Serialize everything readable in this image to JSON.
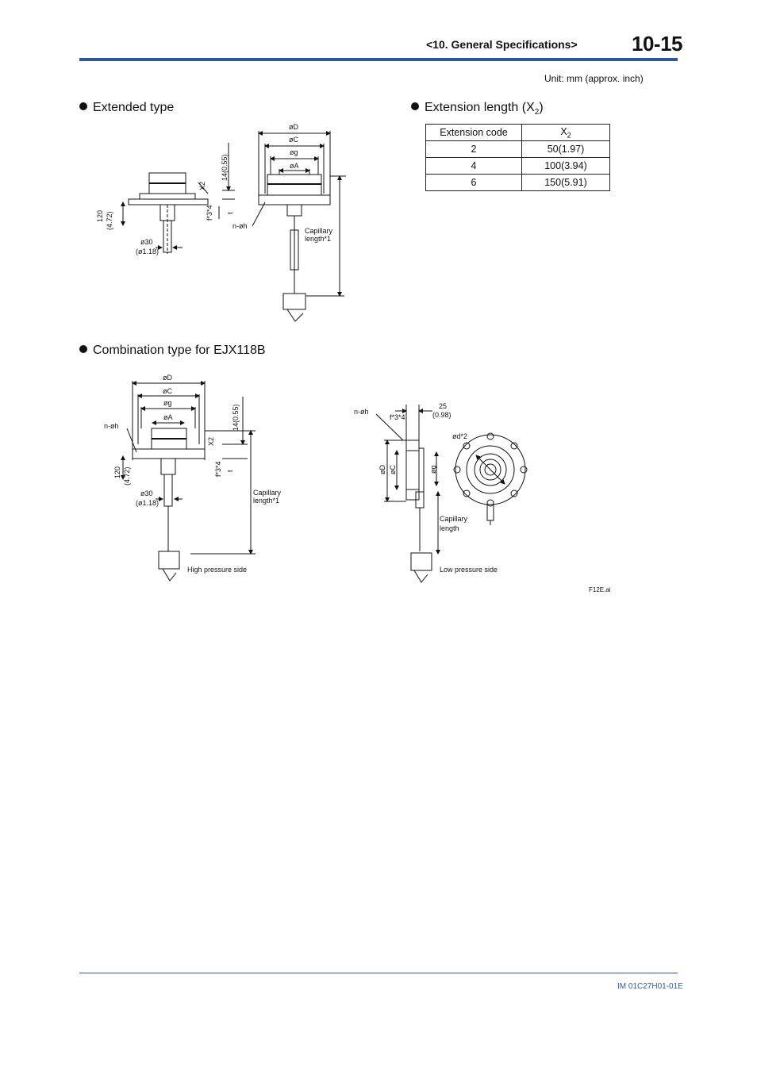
{
  "header": {
    "section": "<10.  General Specifications>",
    "page_number": "10-15"
  },
  "unit_note": "Unit: mm (approx. inch)",
  "sections": {
    "extended": "Extended type",
    "extension_length_prefix": "Extension length (X",
    "extension_length_sub": "2",
    "extension_length_suffix": ")",
    "combination": "Combination type for EJX118B"
  },
  "extension_table": {
    "headers": [
      "Extension code",
      "X",
      "2"
    ],
    "rows": [
      {
        "code": "2",
        "value": "50(1.97)"
      },
      {
        "code": "4",
        "value": "100(3.94)"
      },
      {
        "code": "6",
        "value": "150(5.91)"
      }
    ]
  },
  "figure_labels": {
    "phiD": "øD",
    "phiC": "øC",
    "phig": "øg",
    "phiA": "øA",
    "dim14": "14(0.55)",
    "x2": "X2",
    "f34": "f*3*4",
    "t": "t",
    "dim120": "120",
    "dim472": "(4.72)",
    "phi30": "ø30",
    "phi118": "(ø1.18)",
    "nphih": "n-øh",
    "capillary": "Capillary",
    "length1": "length*1",
    "length": "length",
    "dim25": "25",
    "dim098": "(0.98)",
    "phid2": "ød*2",
    "high_side": "High pressure side",
    "low_side": "Low pressure side",
    "fig_id": "F12E.ai"
  },
  "footer": {
    "doc_code": "IM 01C27H01-01E"
  },
  "colors": {
    "accent": "#2f57a6",
    "line": "#111111"
  }
}
